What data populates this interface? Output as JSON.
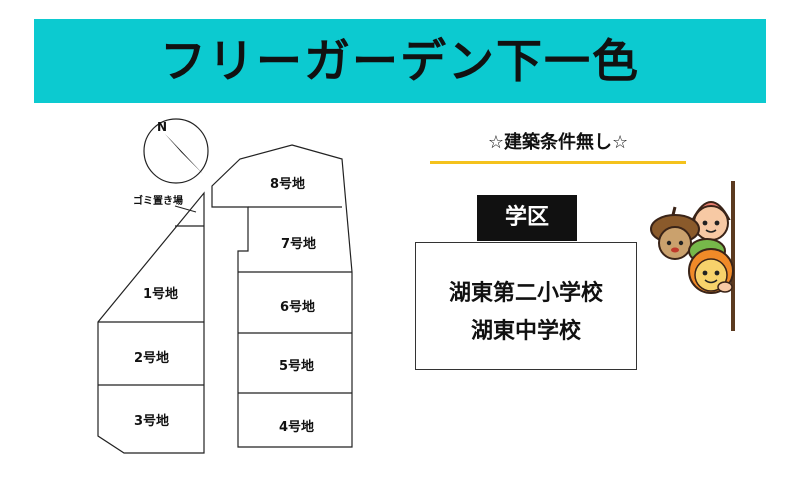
{
  "header": {
    "title": "フリーガーデン下一色"
  },
  "compass": {
    "north_label": "N"
  },
  "map": {
    "garbage_label": "ゴミ置き場",
    "plots": [
      "1号地",
      "2号地",
      "3号地",
      "4号地",
      "5号地",
      "6号地",
      "7号地",
      "8号地"
    ]
  },
  "notice": "☆建築条件無し☆",
  "school": {
    "tag": "学区",
    "schools": [
      "湖東第二小学校",
      "湖東中学校"
    ]
  },
  "colors": {
    "banner": "#0ccad0",
    "underline": "#f4c21c"
  }
}
